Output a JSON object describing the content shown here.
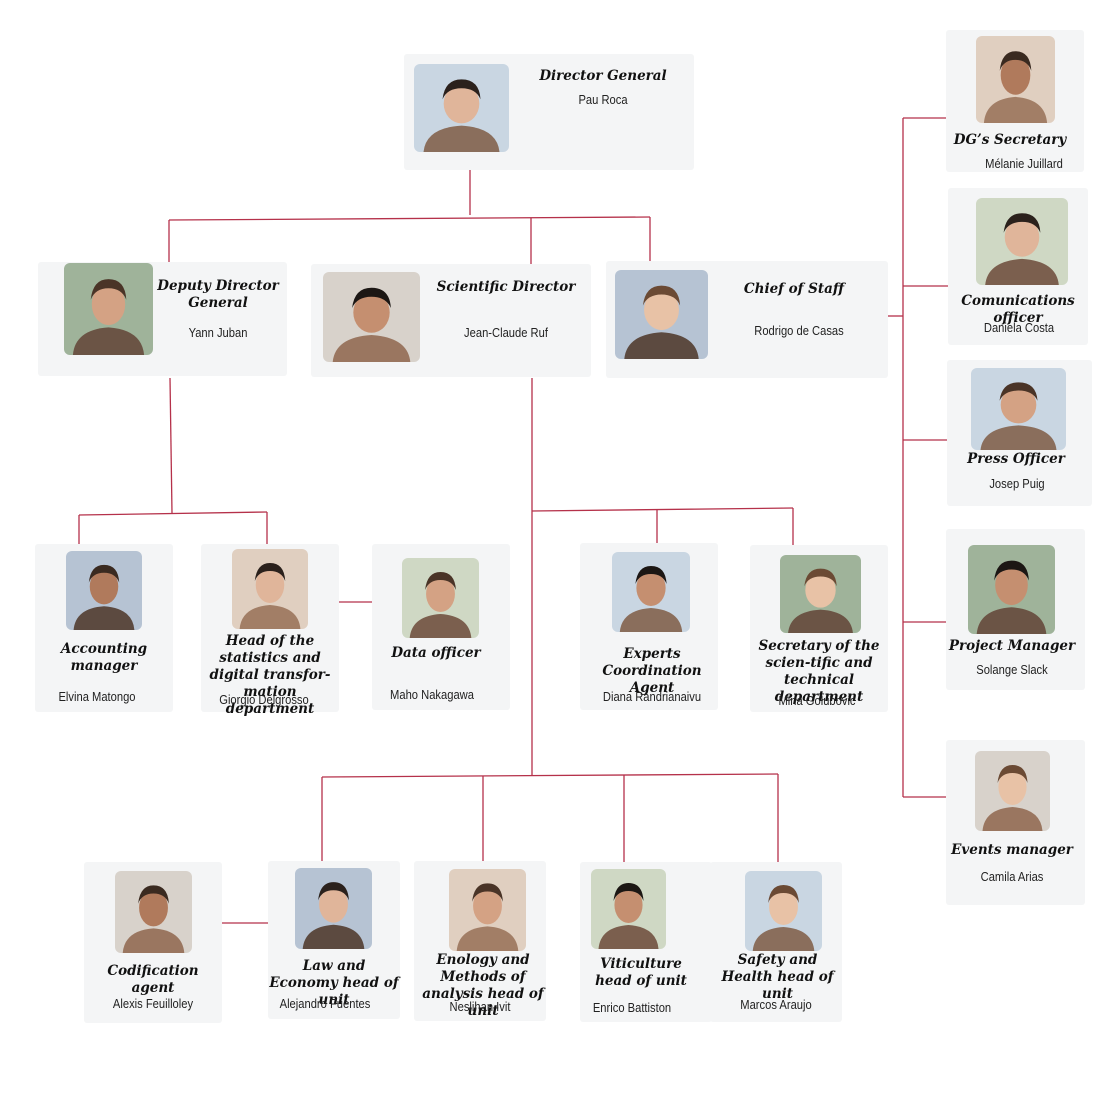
{
  "colors": {
    "connector": "#b5314a",
    "card_bg": "#f4f5f6"
  },
  "chart_data": {
    "type": "table",
    "nodes": [
      {
        "id": "dg",
        "role": "Director General",
        "name": "Pau Roca",
        "reports_to": ""
      },
      {
        "id": "ddg",
        "role": "Deputy Director General",
        "name": "Yann Juban",
        "reports_to": "dg"
      },
      {
        "id": "sd",
        "role": "Scientific Director",
        "name": "Jean-Claude Ruf",
        "reports_to": "dg"
      },
      {
        "id": "cos",
        "role": "Chief of Staff",
        "name": "Rodrigo de Casas",
        "reports_to": "dg"
      },
      {
        "id": "dgsec",
        "role": "DG’s Secretary",
        "name": "Mélanie Juillard",
        "reports_to": "cos"
      },
      {
        "id": "comms",
        "role": "Comunications officer",
        "name": "Daniela Costa",
        "reports_to": "cos"
      },
      {
        "id": "press",
        "role": "Press Officer",
        "name": "Josep Puig",
        "reports_to": "cos"
      },
      {
        "id": "pm",
        "role": "Project Manager",
        "name": "Solange Slack",
        "reports_to": "cos"
      },
      {
        "id": "events",
        "role": "Events manager",
        "name": "Camila Arias",
        "reports_to": "cos"
      },
      {
        "id": "acc",
        "role": "Accounting manager",
        "name": "Elvina Matongo",
        "reports_to": "ddg"
      },
      {
        "id": "stats",
        "role": "Head of the statistics and digital transfor-mation department",
        "name": "Giorgio Delgrosso",
        "reports_to": "ddg"
      },
      {
        "id": "data",
        "role": "Data officer",
        "name": "Maho Nakagawa",
        "reports_to": "stats"
      },
      {
        "id": "experts",
        "role": "Experts Coordination Agent",
        "name": "Diana Randrianaivu",
        "reports_to": "sd"
      },
      {
        "id": "secsci",
        "role": "Secretary of the scien-tific and technical department",
        "name": "Mina Golubovic",
        "reports_to": "sd"
      },
      {
        "id": "law",
        "role": "Law and Economy head of unit",
        "name": "Alejandro Fuentes",
        "reports_to": "sd"
      },
      {
        "id": "codif",
        "role": "Codification agent",
        "name": "Alexis Feuilloley",
        "reports_to": "law"
      },
      {
        "id": "enology",
        "role": "Enology and Methods of analysis head of unit",
        "name": "Neslihan Ivit",
        "reports_to": "sd"
      },
      {
        "id": "viti",
        "role": "Viticulture head of unit",
        "name": "Enrico Battiston",
        "reports_to": "sd"
      },
      {
        "id": "safety",
        "role": "Safety and Health head of unit",
        "name": "Marcos Araujo",
        "reports_to": "sd"
      }
    ]
  }
}
